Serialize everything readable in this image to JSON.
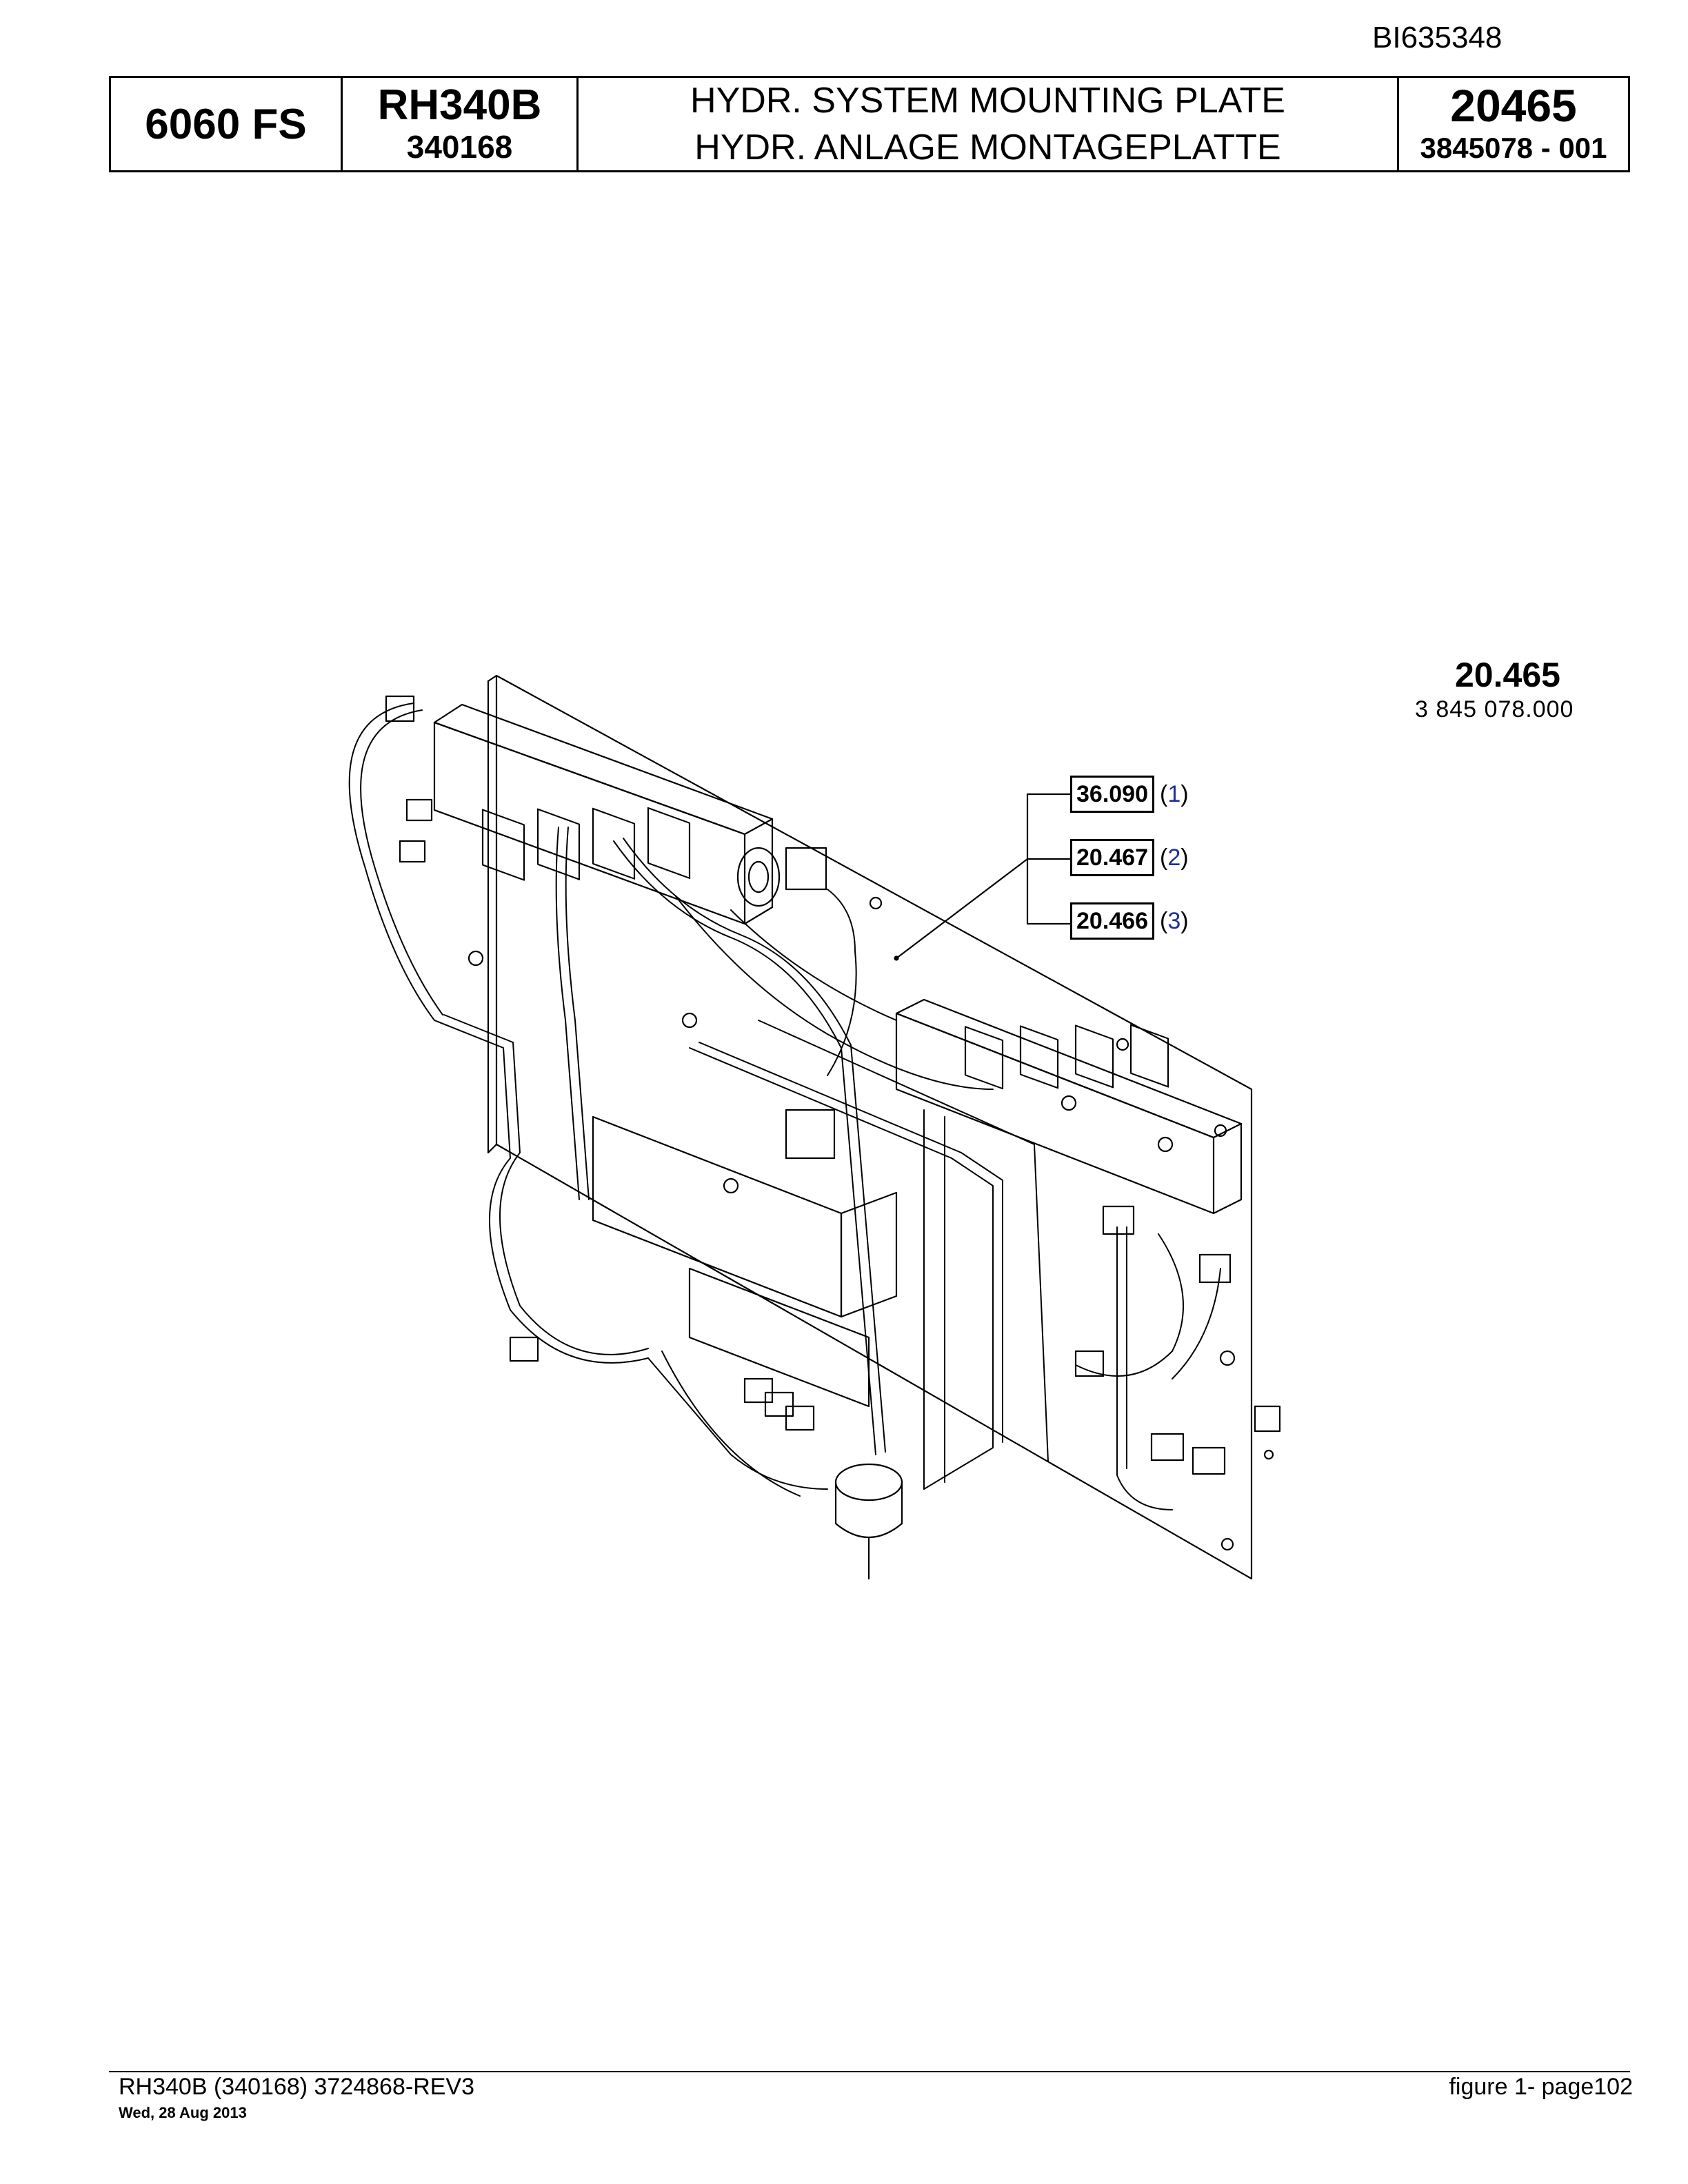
{
  "document_id": "BI635348",
  "header": {
    "machine": "6060 FS",
    "model": "RH340B",
    "model_serial": "340168",
    "title_en": "HYDR. SYSTEM MOUNTING PLATE",
    "title_de": "HYDR. ANLAGE MONTAGEPLATTE",
    "part_number": "20465",
    "part_code": "3845078  - 001"
  },
  "assembly": {
    "number": "20.465",
    "code": "3 845 078.000"
  },
  "references": [
    {
      "ref": "36.090",
      "open": "(",
      "item": "1",
      "close": ")"
    },
    {
      "ref": "20.467",
      "open": "(",
      "item": "2",
      "close": ")"
    },
    {
      "ref": "20.466",
      "open": "(",
      "item": "3",
      "close": ")"
    }
  ],
  "footer": {
    "left": "RH340B (340168) 3724868-REV3",
    "date": "Wed, 28 Aug 2013",
    "right": "figure  1- page102"
  }
}
